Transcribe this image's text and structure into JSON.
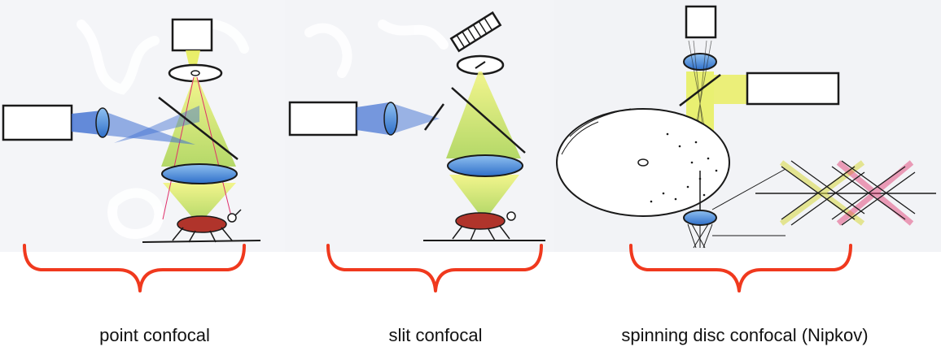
{
  "captions": {
    "point": "point confocal",
    "slit": "slit confocal",
    "disc": "spinning disc confocal (Nipkov)"
  },
  "colors": {
    "laser_beam": "#3f6fd1",
    "emission_light": "#e8ee5a",
    "objective_lens": "#4f8ee0",
    "cone_green": "#b8d86a",
    "bracket": "#f0391e",
    "crossing_red": "#e0306a",
    "specimen": "#b0342b",
    "ink": "#1a1a1a"
  }
}
